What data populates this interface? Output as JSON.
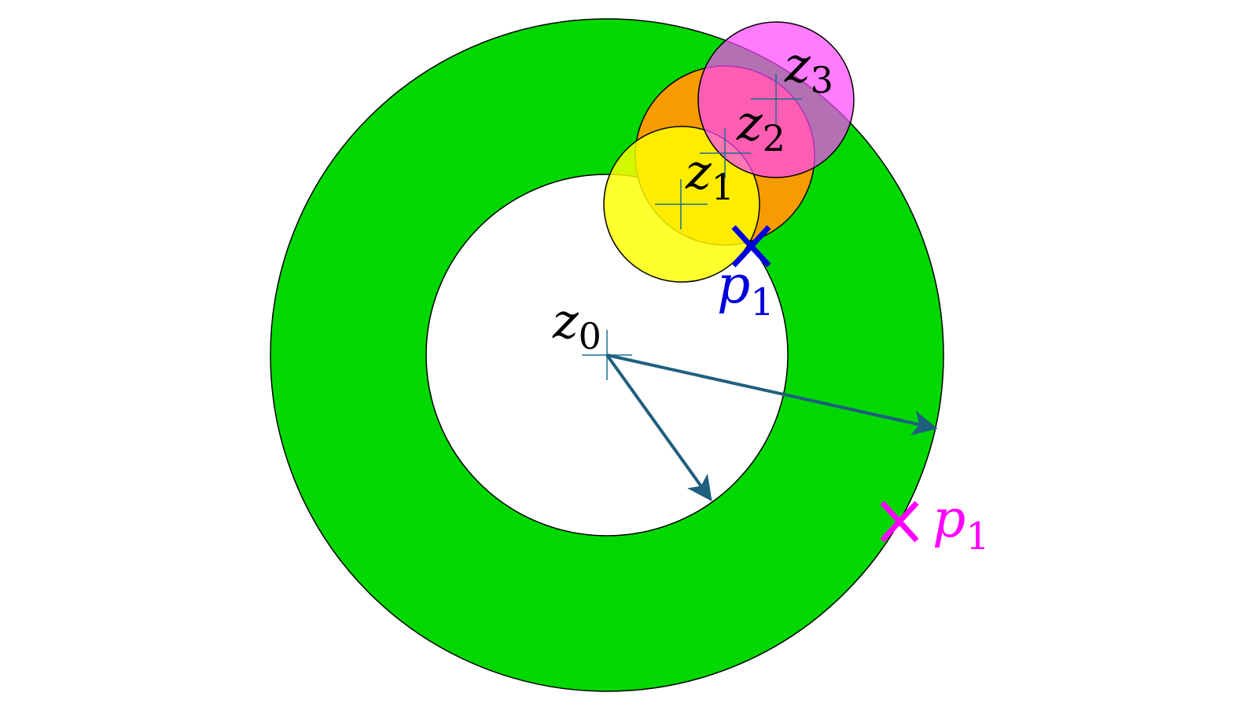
{
  "labels": {
    "z0": {
      "base": "z",
      "sub": "0"
    },
    "z1": {
      "base": "z",
      "sub": "1"
    },
    "z2": {
      "base": "z",
      "sub": "2"
    },
    "z3": {
      "base": "z",
      "sub": "3"
    },
    "p1_blue": {
      "base": "p",
      "sub": "1"
    },
    "p1_magenta": {
      "base": "p",
      "sub": "1"
    }
  },
  "colors": {
    "annulus": "#00d800",
    "inner": "#ffffff",
    "outline": "#000000",
    "circle_z1": "#ffff00",
    "circle_z2": "#ff9900",
    "circle_z3": "#ff55ff",
    "arrow": "#1f5f7f",
    "cross_marker": "#1f6f8f",
    "point_blue": "#0000dd",
    "point_magenta": "#ff00ff",
    "text": "#000000"
  }
}
